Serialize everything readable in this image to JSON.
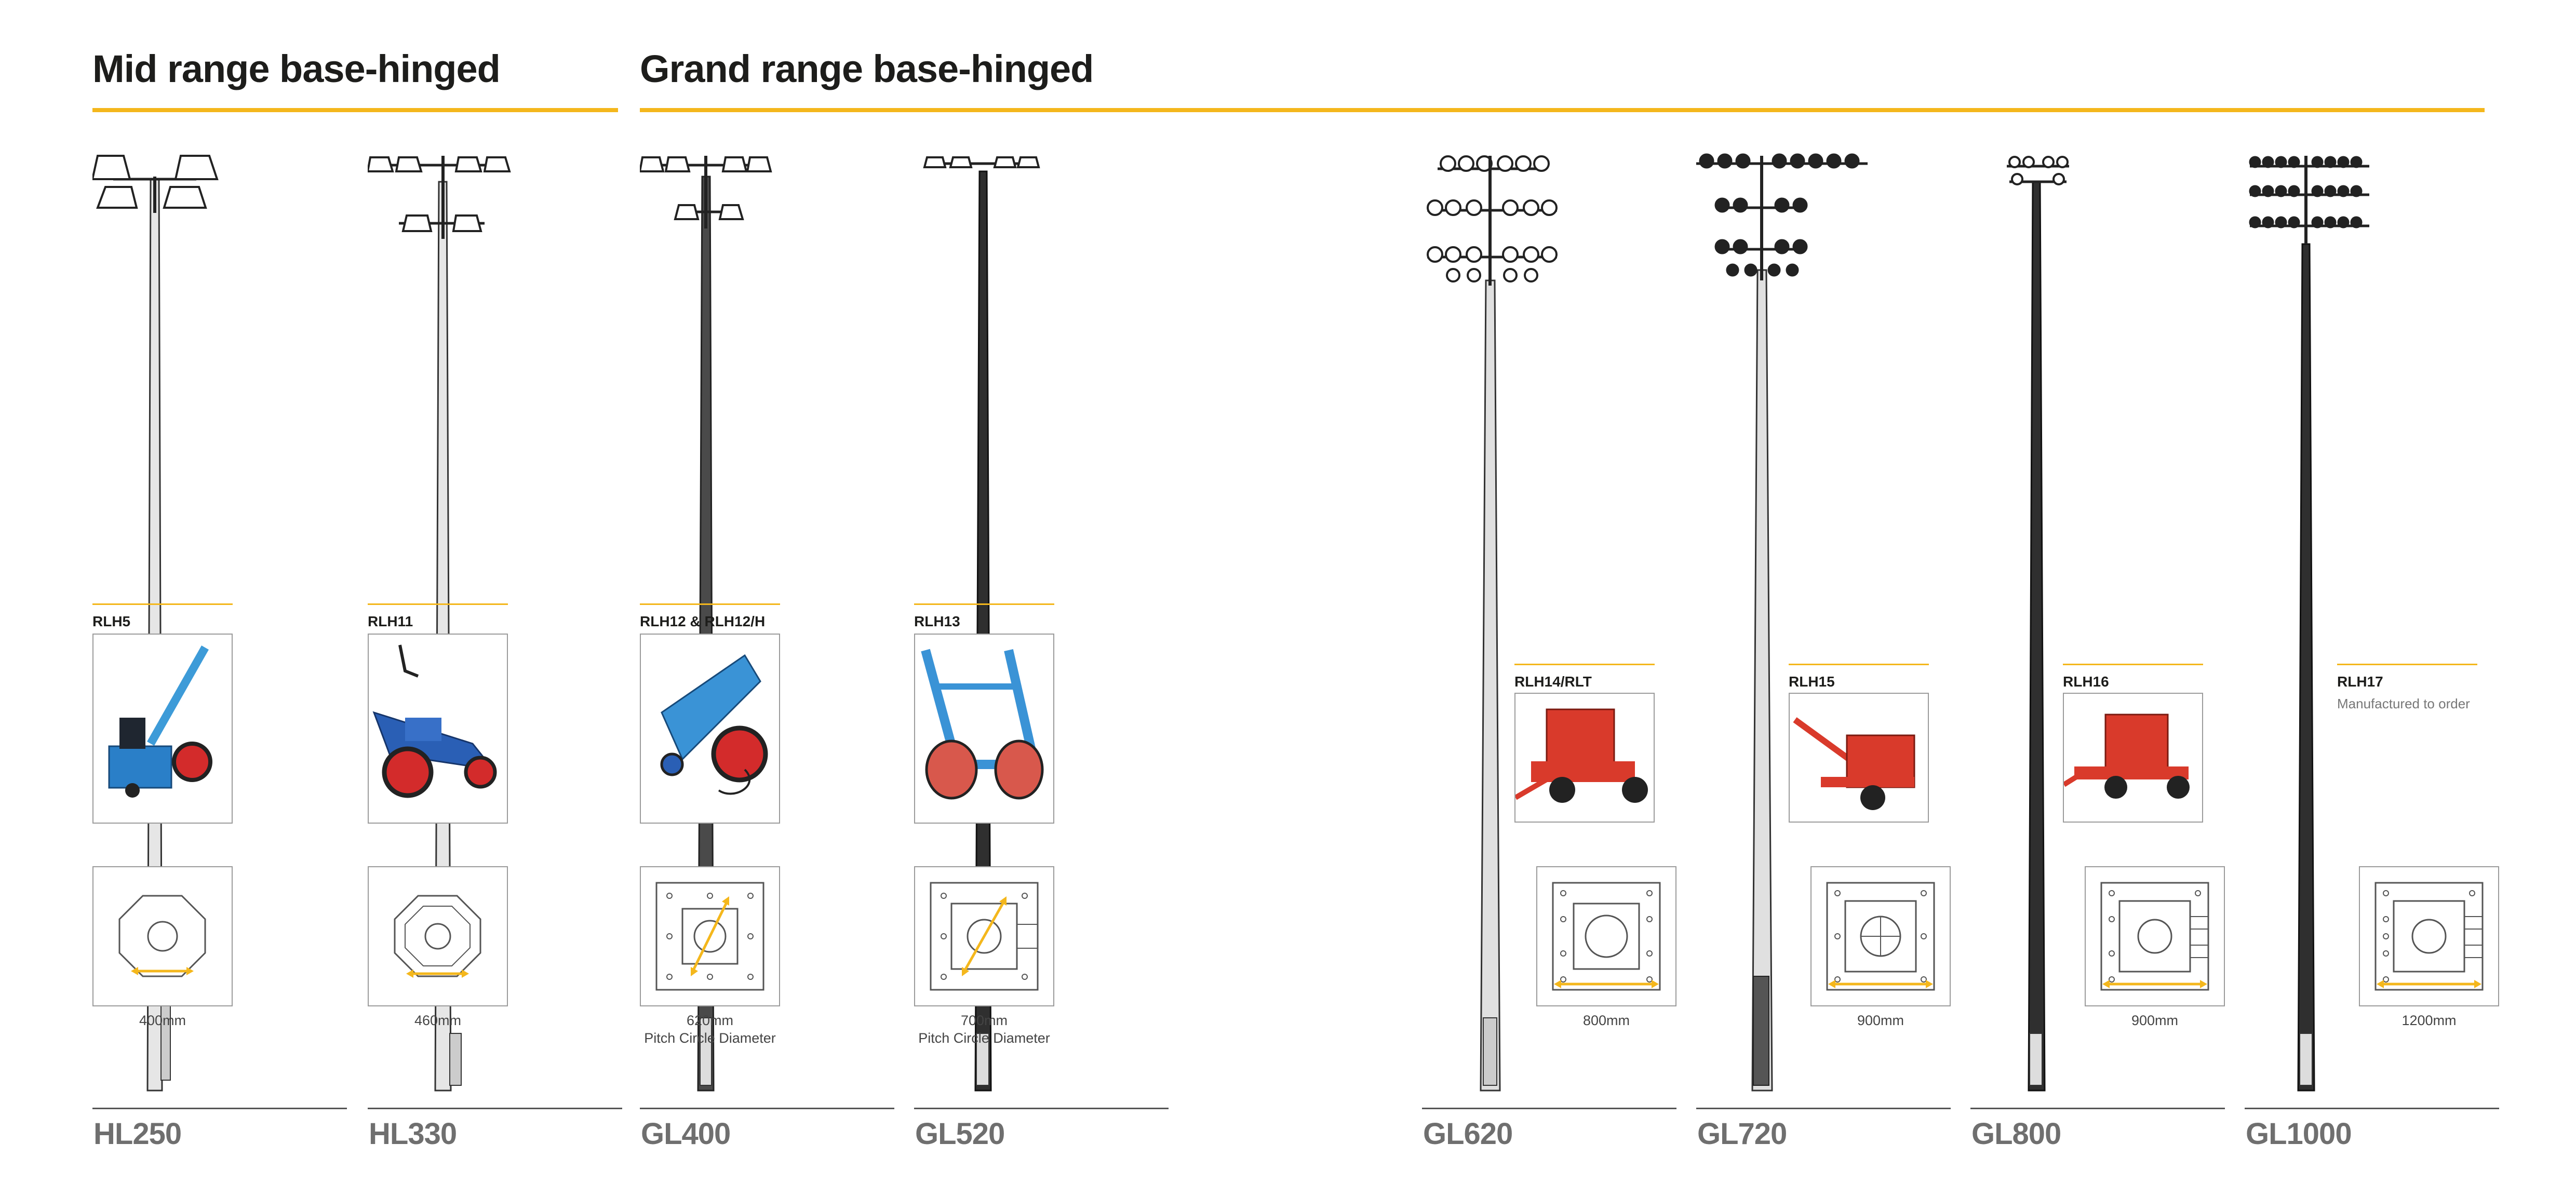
{
  "headers": {
    "mid": "Mid range base-hinged",
    "grand": "Grand range base-hinged"
  },
  "accent_color": "#f4b71c",
  "columns": [
    {
      "model": "HL250",
      "tool": "RLH5",
      "dimension": "400mm",
      "dimension_note": "",
      "note": ""
    },
    {
      "model": "HL330",
      "tool": "RLH11",
      "dimension": "460mm",
      "dimension_note": "",
      "note": ""
    },
    {
      "model": "GL400",
      "tool": "RLH12 & RLH12/H",
      "dimension": "620mm",
      "dimension_note": "Pitch Circle Diameter",
      "note": ""
    },
    {
      "model": "GL520",
      "tool": "RLH13",
      "dimension": "700mm",
      "dimension_note": "Pitch Circle Diameter",
      "note": ""
    },
    {
      "model": "GL620",
      "tool": "RLH14/RLT",
      "dimension": "800mm",
      "dimension_note": "",
      "note": ""
    },
    {
      "model": "GL720",
      "tool": "RLH15",
      "dimension": "900mm",
      "dimension_note": "",
      "note": ""
    },
    {
      "model": "GL800",
      "tool": "RLH16",
      "dimension": "900mm",
      "dimension_note": "",
      "note": ""
    },
    {
      "model": "GL1000",
      "tool": "RLH17",
      "dimension": "1200mm",
      "dimension_note": "",
      "note": "Manufactured to order"
    }
  ]
}
